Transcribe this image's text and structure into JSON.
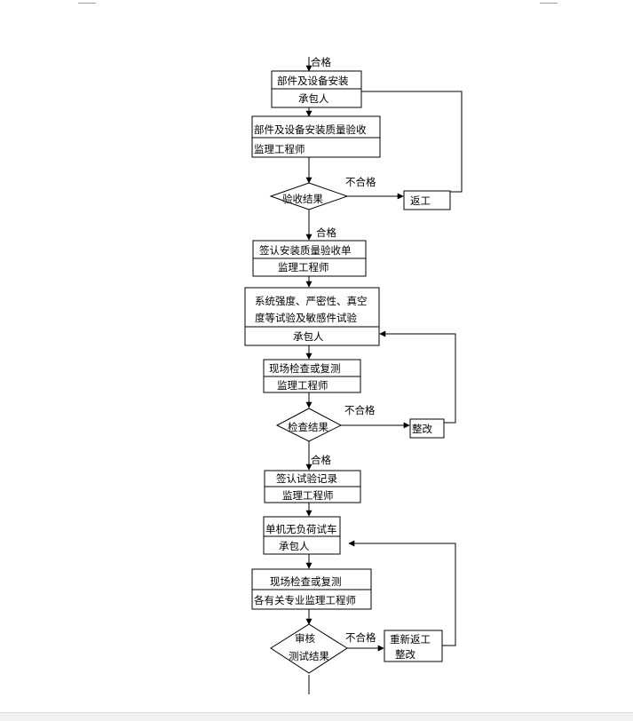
{
  "flowchart": {
    "steps": [
      {
        "line1": "部件及设备安装",
        "line2": "承包人"
      },
      {
        "line1": "部件及设备安装质量验收",
        "line2": "监理工程师"
      },
      {
        "line1": "签认安装质量验收单",
        "line2": "监理工程师"
      },
      {
        "line1": "系统强度、严密性、真空",
        "line2": "度等试验及敏感件试验",
        "line3": "承包人"
      },
      {
        "line1": "现场检查或复测",
        "line2": "监理工程师"
      },
      {
        "line1": "签认试验记录",
        "line2": "监理工程师"
      },
      {
        "line1": "单机无负荷试车",
        "line2": "承包人"
      },
      {
        "line1": "现场检查或复测",
        "line2": "各有关专业监理工程师"
      }
    ],
    "decisions": [
      {
        "line1": "验收结果"
      },
      {
        "line1": "检查结果"
      },
      {
        "line1": "审核",
        "line2": "测试结果"
      }
    ],
    "fix_boxes": [
      {
        "line1": "返工"
      },
      {
        "line1": "整改"
      },
      {
        "line1": "重新返工",
        "line2": "整改"
      }
    ],
    "pass_label": "合格",
    "fail_label": "不合格"
  }
}
